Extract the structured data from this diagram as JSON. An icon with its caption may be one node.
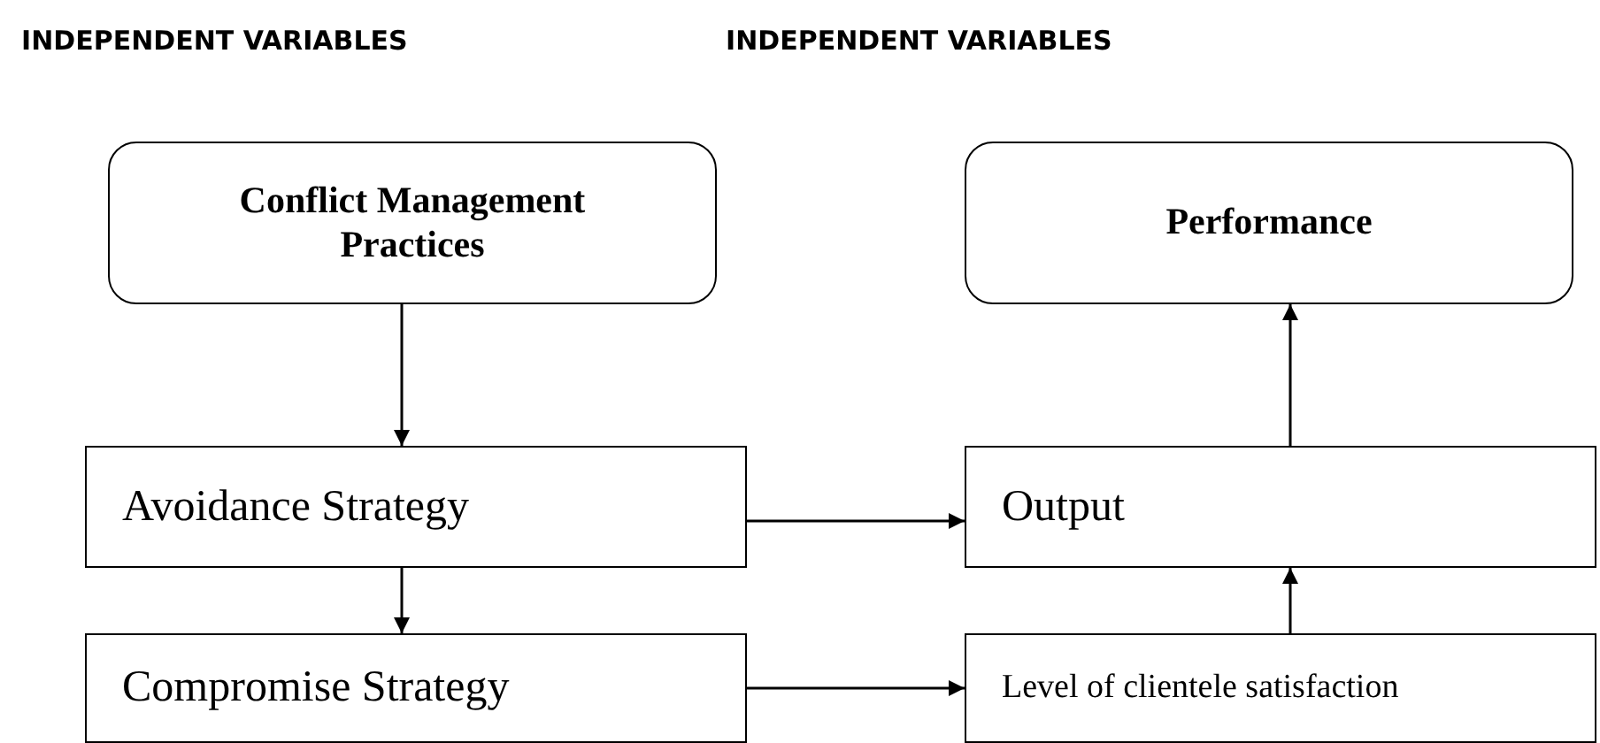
{
  "diagram": {
    "nodes": [
      {
        "text": [
          "Conflict Management Practices"
        ]
      },
      {
        "text": [
          "Performance"
        ]
      },
      {
        "text": [
          "Avoidance Strategy"
        ]
      },
      {
        "text": [
          "Output"
        ]
      },
      {
        "text": [
          "Compromise Strategy"
        ]
      },
      {
        "text": [
          "Level of clientele satisfaction"
        ]
      }
    ],
    "edges": [
      {
        "from": 0,
        "to": 2,
        "arrow": "to"
      },
      {
        "from": 2,
        "to": 4,
        "arrow": "to"
      },
      {
        "from": 2,
        "to": 3,
        "arrow": "to"
      },
      {
        "from": 4,
        "to": 5,
        "arrow": "to"
      },
      {
        "from": 3,
        "to": 1,
        "arrow": "to"
      },
      {
        "from": 5,
        "to": 3,
        "arrow": "to"
      }
    ],
    "labels": [
      "INDEPENDENT VARIABLES",
      "INDEPENDENT VARIABLES"
    ]
  }
}
